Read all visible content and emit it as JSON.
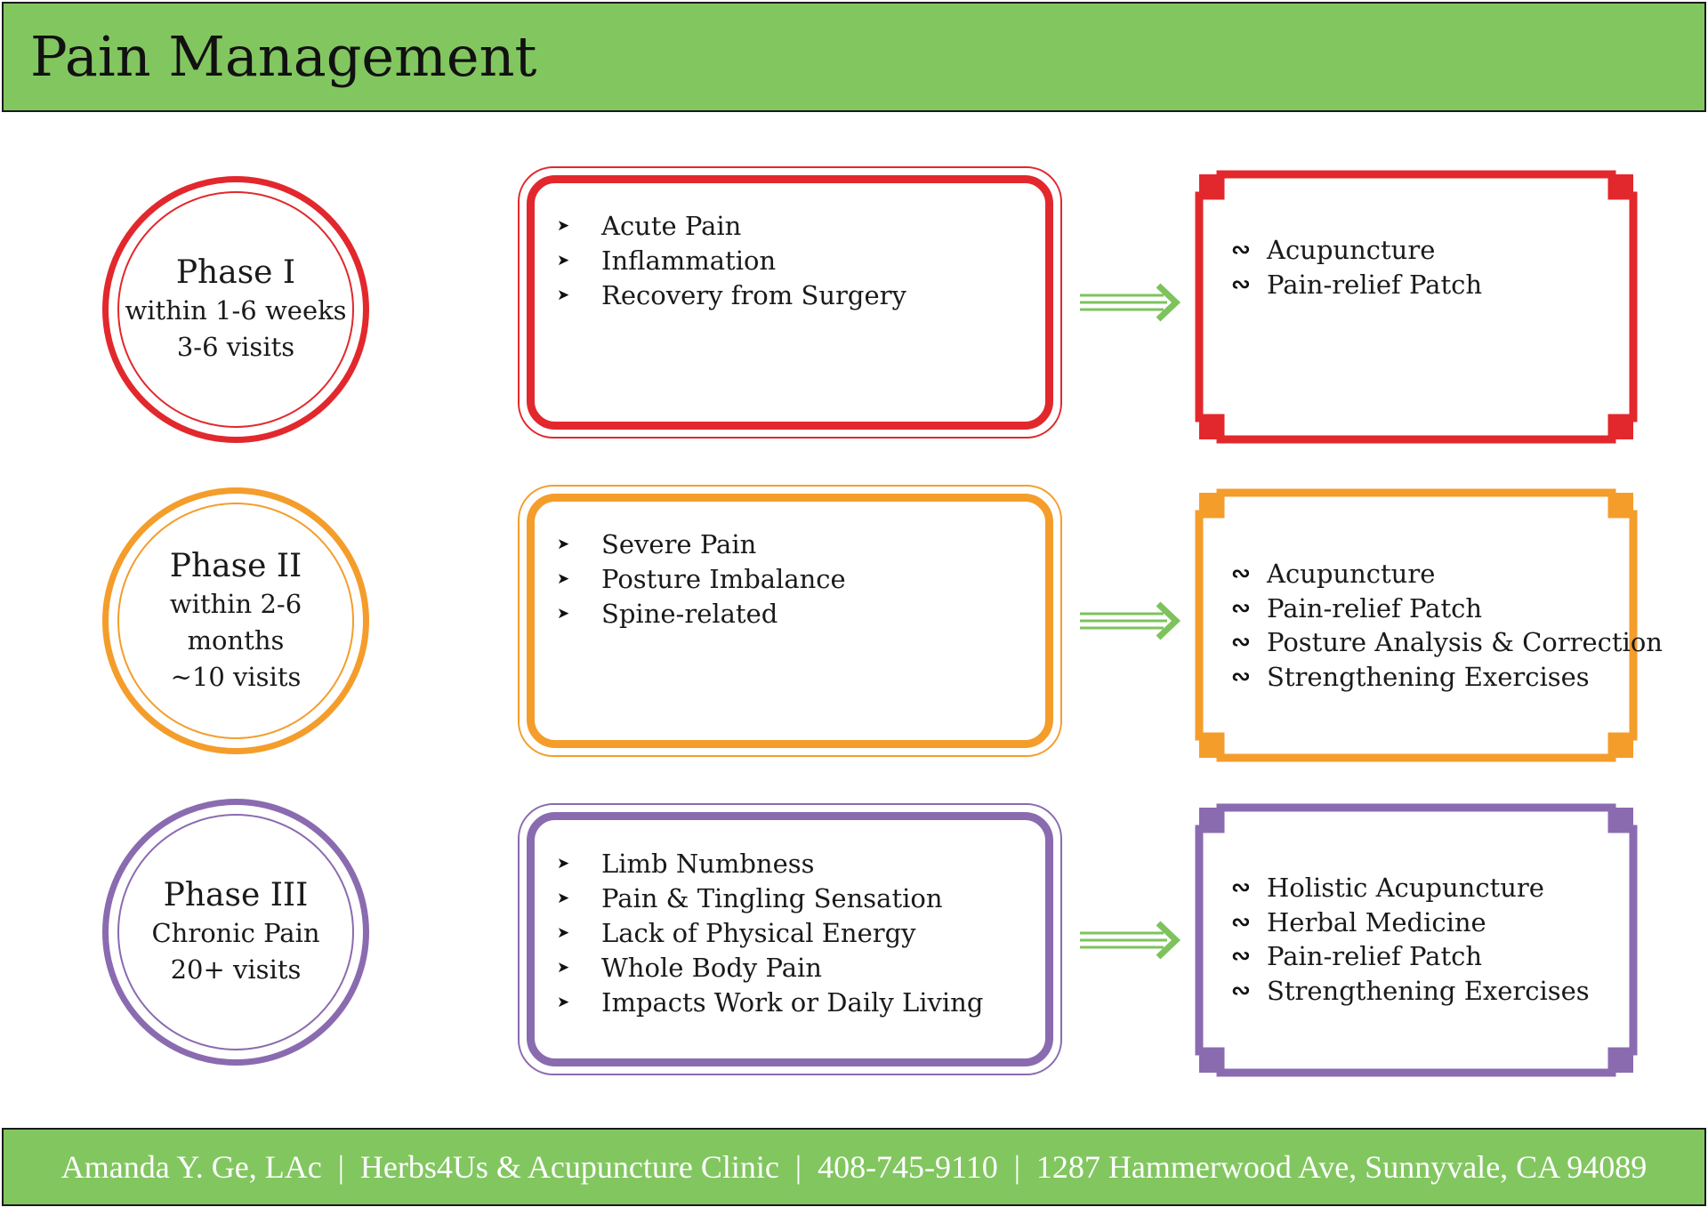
{
  "header": {
    "title": "Pain Management"
  },
  "footer": {
    "parts": [
      "Amanda Y. Ge, LAc",
      "Herbs4Us & Acupuncture Clinic",
      "408-745-9110",
      "1287 Hammerwood Ave, Sunnyvale, CA 94089"
    ],
    "separator": "|"
  },
  "icons": {
    "bullet_chevron": "chevron-right-icon",
    "bullet_swirl": "swirl-icon",
    "flow_arrow": "double-arrow-right-icon"
  },
  "colors": {
    "header_bg": "#82c660",
    "arrow": "#7dc35c",
    "phase1": "#e2282d",
    "phase2": "#f49d2b",
    "phase3": "#8a6bb0"
  },
  "phases": [
    {
      "name": "Phase I",
      "duration": "within 1-6 weeks",
      "visits": "3-6 visits",
      "conditions": [
        "Acute Pain",
        "Inflammation",
        "Recovery from Surgery"
      ],
      "treatments": [
        "Acupuncture",
        "Pain-relief Patch"
      ]
    },
    {
      "name": "Phase II",
      "duration": "within 2-6 months",
      "visits": "~10 visits",
      "conditions": [
        "Severe Pain",
        "Posture Imbalance",
        "Spine-related"
      ],
      "treatments": [
        "Acupuncture",
        "Pain-relief Patch",
        "Posture Analysis & Correction",
        "Strengthening Exercises"
      ]
    },
    {
      "name": "Phase III",
      "duration": "Chronic Pain",
      "visits": "20+ visits",
      "conditions": [
        "Limb Numbness",
        "Pain & Tingling Sensation",
        "Lack of Physical Energy",
        "Whole Body Pain",
        "Impacts Work or Daily Living"
      ],
      "treatments": [
        "Holistic Acupuncture",
        "Herbal Medicine",
        "Pain-relief Patch",
        "Strengthening Exercises"
      ]
    }
  ]
}
